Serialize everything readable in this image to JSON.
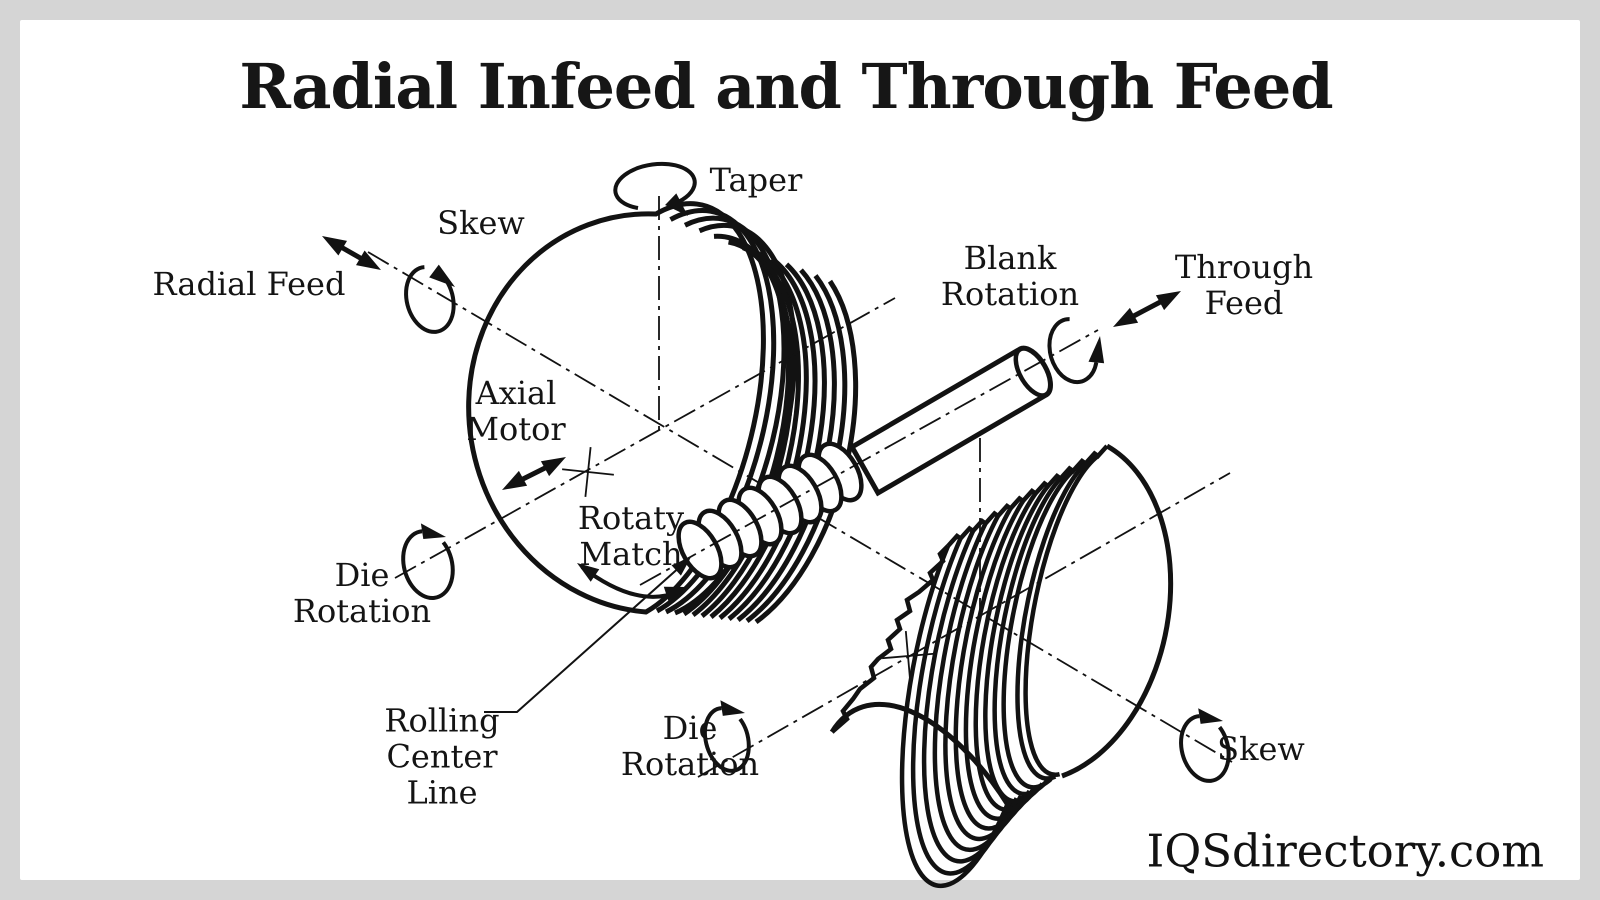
{
  "title": "Radial Infeed and Through Feed",
  "watermark": "IQSdirectory.com",
  "labels": {
    "taper": "Taper",
    "skew_top": "Skew",
    "radial_feed": "Radial Feed",
    "blank_rotation": "Blank\nRotation",
    "through_feed": "Through\nFeed",
    "axial_motor": "Axial\nMotor",
    "rotaty_match": "Rotaty\nMatch",
    "die_rotation_left": "Die\nRotation",
    "rolling_center_line": "Rolling\nCenter\nLine",
    "die_rotation_bottom": "Die\nRotation",
    "skew_bottom": "Skew"
  },
  "colors": {
    "ink": "#121212",
    "canvas": "#ffffff",
    "frame": "#d5d5d5"
  }
}
